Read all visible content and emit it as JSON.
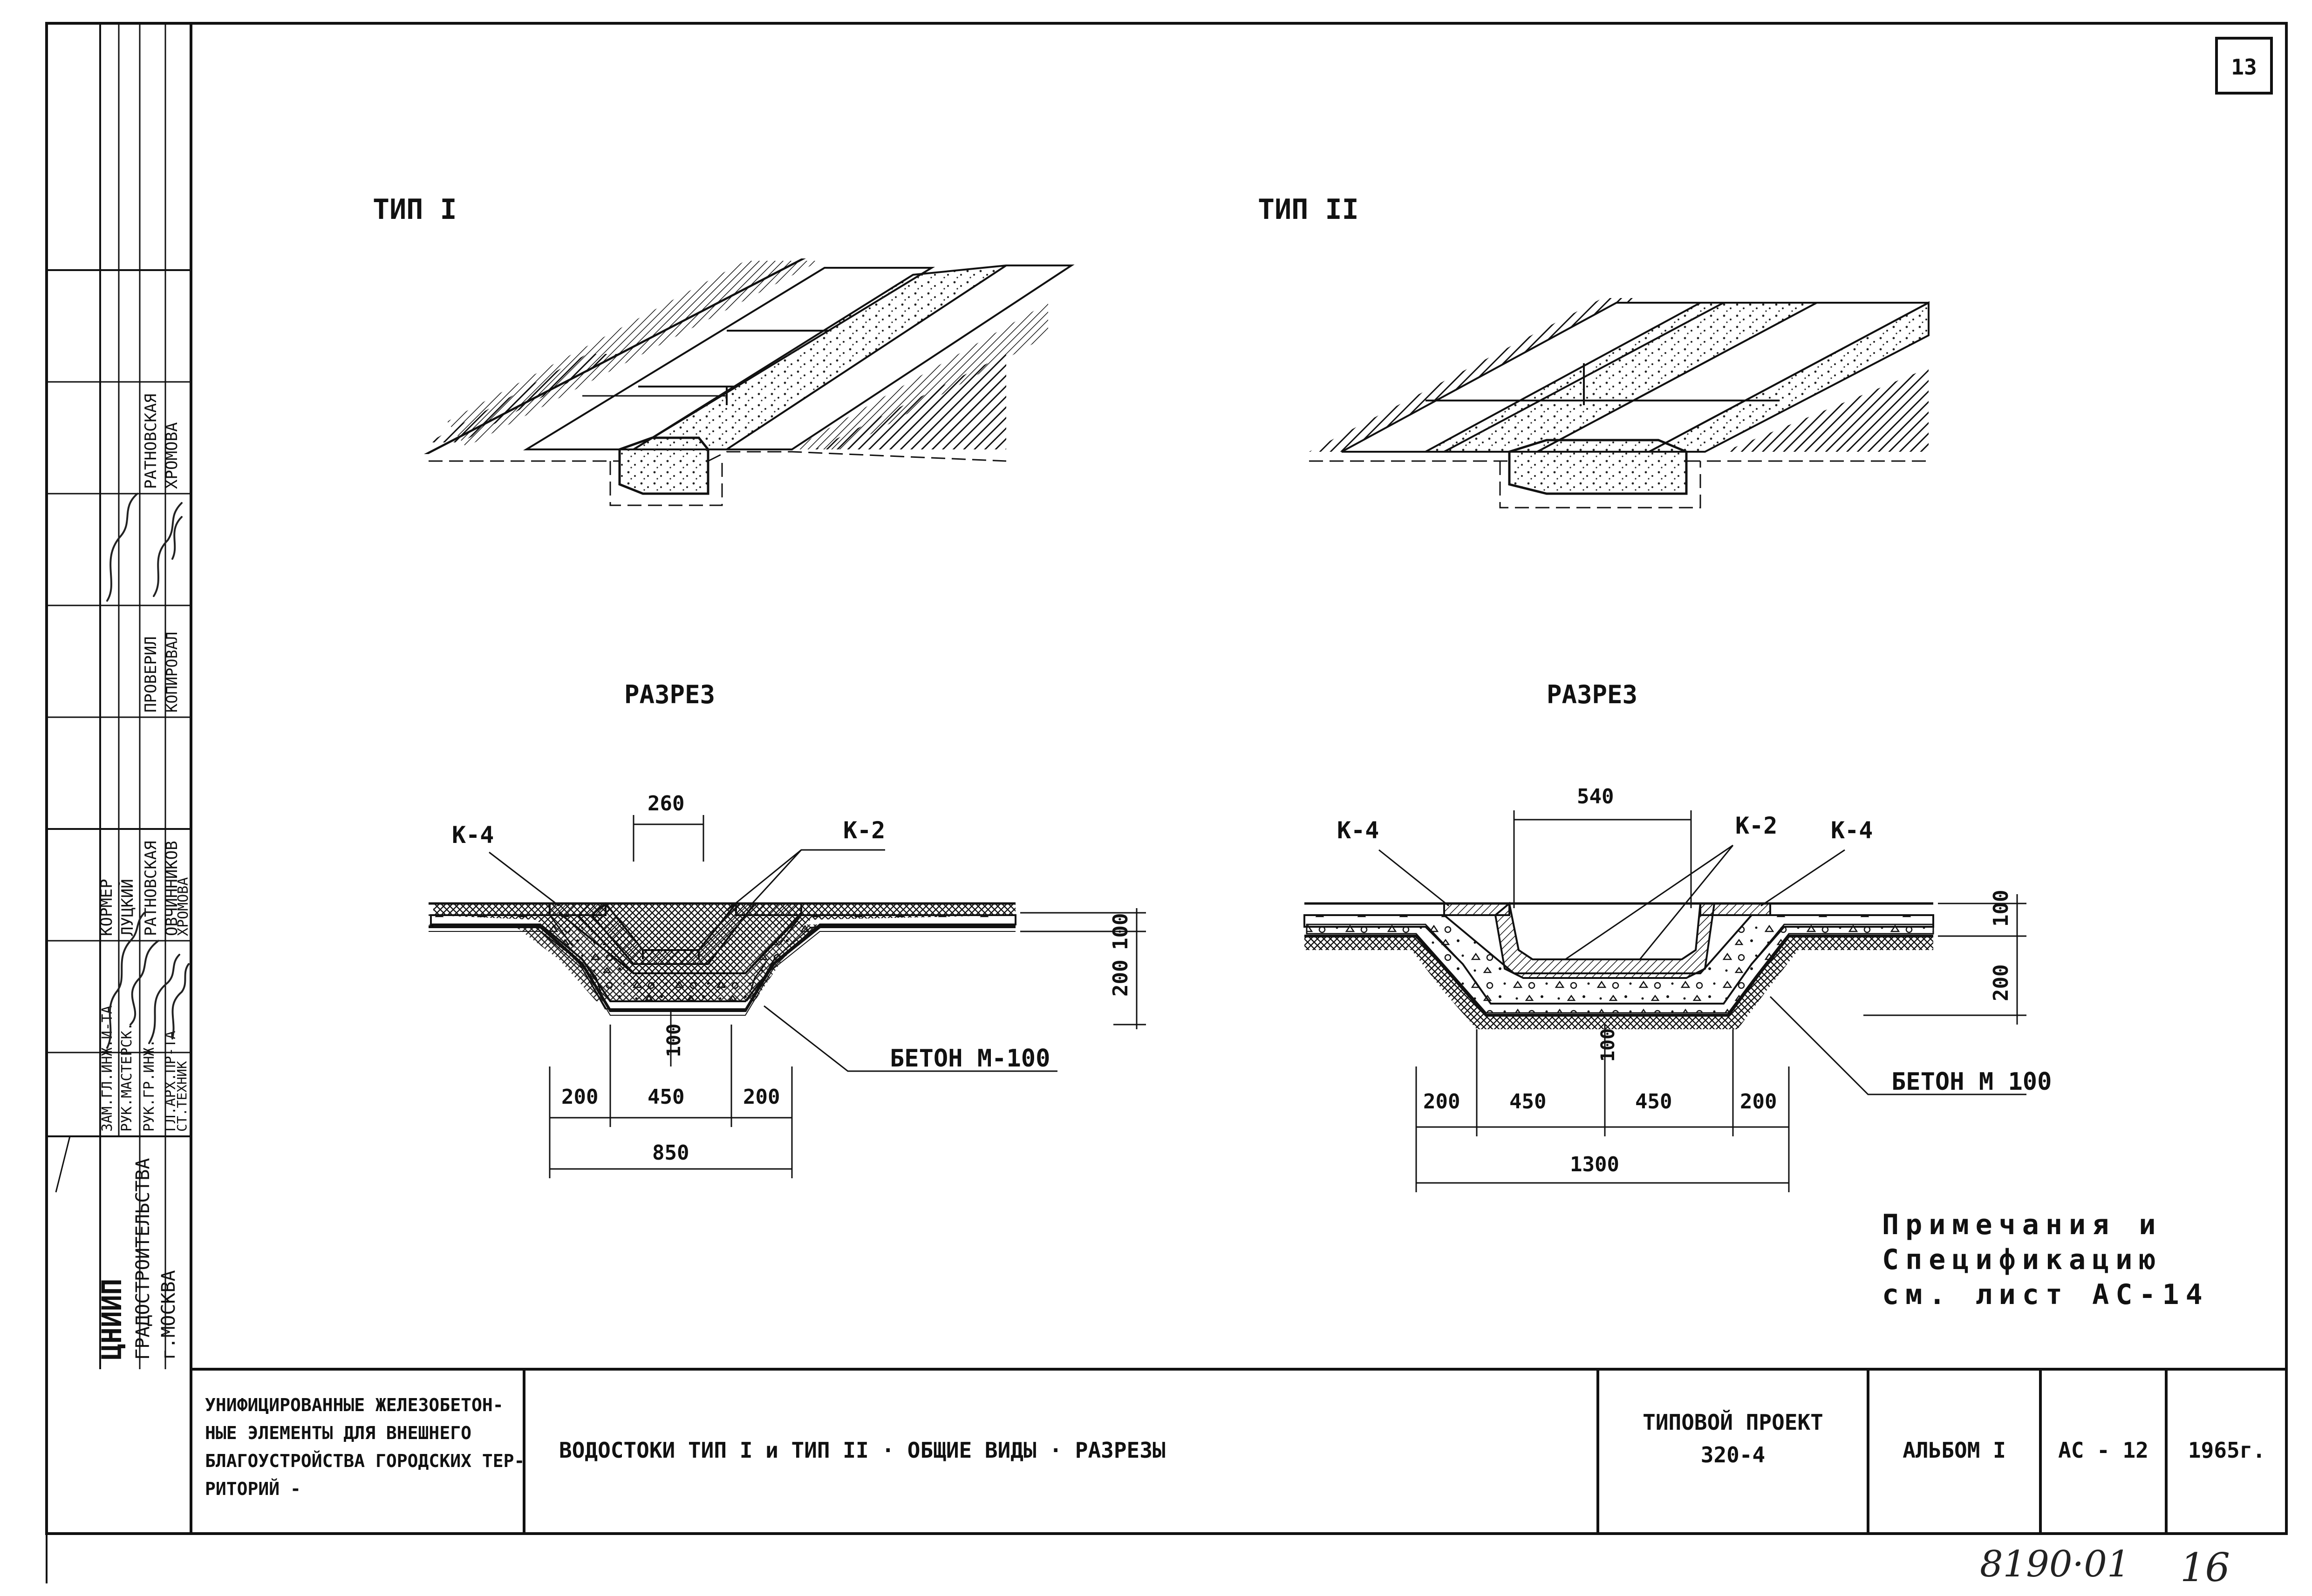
{
  "sheet_number": "13",
  "type1_title": "ТИП  I",
  "type2_title": "ТИП  II",
  "section1_title": "РАЗРЕЗ",
  "section2_title": "РАЗРЕЗ",
  "section1": {
    "label_k4": "К-4",
    "label_k2": "К-2",
    "dim_top": "260",
    "dim_right_upper": "100",
    "dim_right_lower": "200",
    "dim_inner": "100",
    "dim_bottom": [
      "200",
      "450",
      "200"
    ],
    "dim_total": "850",
    "concrete": "БЕТОН  М-100"
  },
  "section2": {
    "label_k4_left": "К-4",
    "label_k2": "К-2",
    "label_k4_right": "К-4",
    "dim_top": "540",
    "dim_right_upper": "100",
    "dim_right_lower": "200",
    "dim_inner": "100",
    "dim_bottom": [
      "200",
      "450",
      "450",
      "200"
    ],
    "dim_total": "1300",
    "concrete": "БЕТОН М 100"
  },
  "notes": [
    "Примечания и",
    "Спецификацию",
    "см. лист АС-14"
  ],
  "side_stamp": {
    "org": [
      "ЦНИИП",
      "ГРАДОСТРОИТЕЛЬСТВА",
      "г.МОСКВА"
    ],
    "roles": [
      "ЗАМ.ГЛ.ИНЖ.И-ТА",
      "РУК.МАСТЕРСК.",
      "РУК.ГР.ИНЖ.",
      "ГЛ.АРХ.ПР-ТА",
      "СТ.ТЕХНИК"
    ],
    "names": [
      "КОРМЕР",
      "ЛУЦКИЙ",
      "РАТНОВСКАЯ",
      "ОВЧИННИКОВ",
      "ХРОМОВА"
    ],
    "roles2": [
      "ПРОВЕРИЛ",
      "КОПИРОВАЛ"
    ],
    "names2": [
      "РАТНОВСКАЯ",
      "ХРОМОВА"
    ]
  },
  "title_block": {
    "description": [
      "УНИФИЦИРОВАННЫЕ ЖЕЛЕЗОБЕТОН-",
      "НЫЕ ЭЛЕМЕНТЫ ДЛЯ ВНЕШНЕГО",
      "БЛАГОУСТРОЙСТВА ГОРОДСКИХ ТЕР-",
      "РИТОРИЙ -"
    ],
    "drawing_title": "ВОДОСТОКИ    ТИП I и ТИП II   ·   ОБЩИЕ ВИДЫ   ·   РАЗРЕЗЫ",
    "project": [
      "ТИПОВОЙ  ПРОЕКТ",
      "320-4"
    ],
    "album": "АЛЬБОМ I",
    "sheet": "АС - 12",
    "year": "1965г."
  },
  "archive_number": "8190·01",
  "page_number": "16"
}
